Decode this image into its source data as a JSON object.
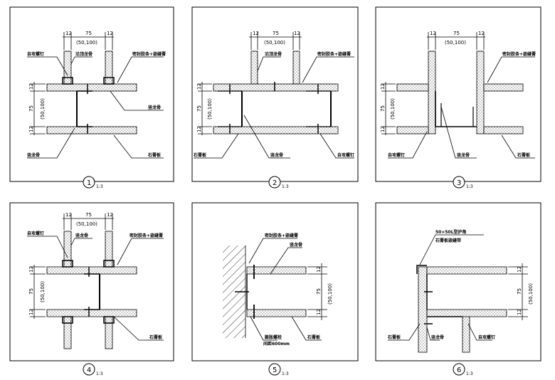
{
  "title": "Partition wall joint details",
  "dims": {
    "d12": "12",
    "d75": "75",
    "range": "(50,100)"
  },
  "details": [
    {
      "number": "1",
      "scale": "1:3",
      "labels": [
        "自攻螺钉",
        "沿顶龙骨",
        "密封胶条+嵌缝膏",
        "竖龙骨",
        "竖龙骨",
        "石膏板"
      ]
    },
    {
      "number": "2",
      "scale": "1:3",
      "labels": [
        "沿顶龙骨",
        "密封胶条+嵌缝膏",
        "石膏板",
        "竖龙骨",
        "自攻螺钉"
      ]
    },
    {
      "number": "3",
      "scale": "1:3",
      "labels": [
        "密封胶条+嵌缝膏",
        "自攻螺钉",
        "竖龙骨",
        "石膏板"
      ]
    },
    {
      "number": "4",
      "scale": "1:3",
      "labels": [
        "自攻螺钉",
        "竖龙骨",
        "密封胶条+嵌缝膏",
        "石膏板"
      ]
    },
    {
      "number": "5",
      "scale": "1:3",
      "labels": [
        "密封胶条+嵌缝膏",
        "竖龙骨",
        "膨胀螺栓",
        "间距600mm",
        "石膏板"
      ]
    },
    {
      "number": "6",
      "scale": "1:3",
      "labels": [
        "50×50L型护角",
        "石膏板嵌缝带",
        "石膏板",
        "竖龙骨",
        "自攻螺钉"
      ]
    }
  ]
}
